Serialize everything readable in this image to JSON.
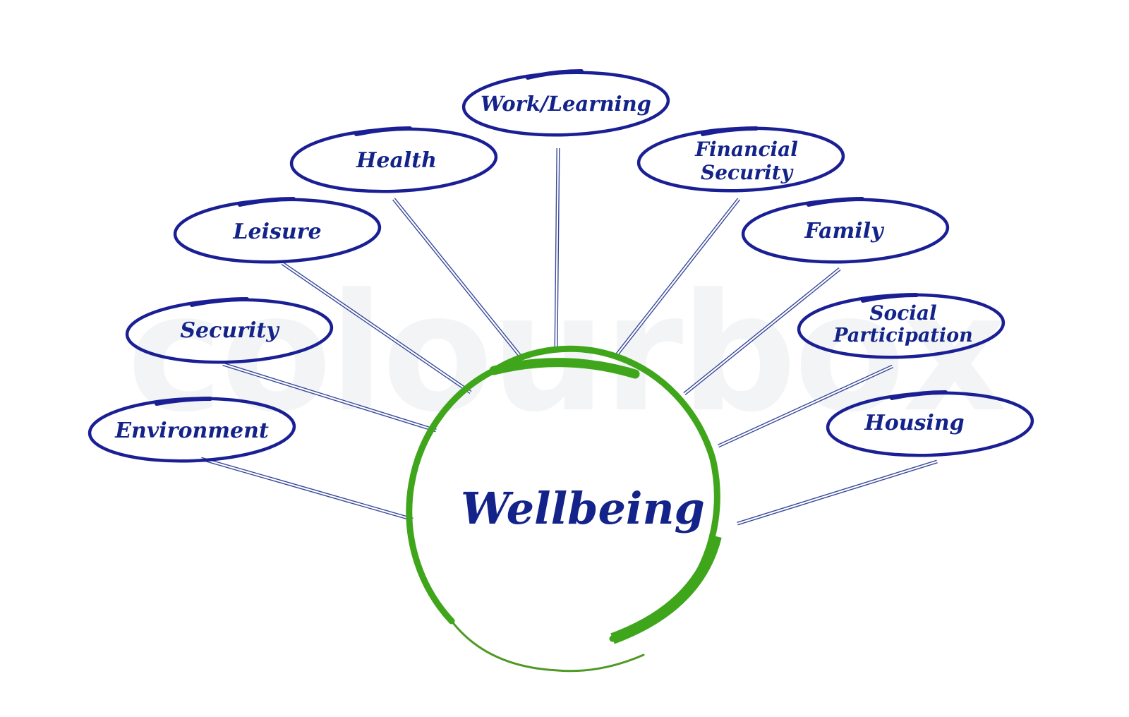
{
  "watermark": {
    "text": "colourbox"
  },
  "center": {
    "label": "Wellbeing",
    "color": "#3fa61c",
    "text_color": "#13238a"
  },
  "colors": {
    "node_stroke": "#1a1f94",
    "node_text": "#13238a",
    "connector": "#3a4a9a",
    "background": "#ffffff"
  },
  "nodes": [
    {
      "id": "environment",
      "lines": [
        "Environment"
      ]
    },
    {
      "id": "security",
      "lines": [
        "Security"
      ]
    },
    {
      "id": "leisure",
      "lines": [
        "Leisure"
      ]
    },
    {
      "id": "health",
      "lines": [
        "Health"
      ]
    },
    {
      "id": "work-learning",
      "lines": [
        "Work/Learning"
      ]
    },
    {
      "id": "financial-security",
      "lines": [
        "Financial",
        "Security"
      ]
    },
    {
      "id": "family",
      "lines": [
        "Family"
      ]
    },
    {
      "id": "social-participation",
      "lines": [
        "Social",
        "Participation"
      ]
    },
    {
      "id": "housing",
      "lines": [
        "Housing"
      ]
    }
  ]
}
